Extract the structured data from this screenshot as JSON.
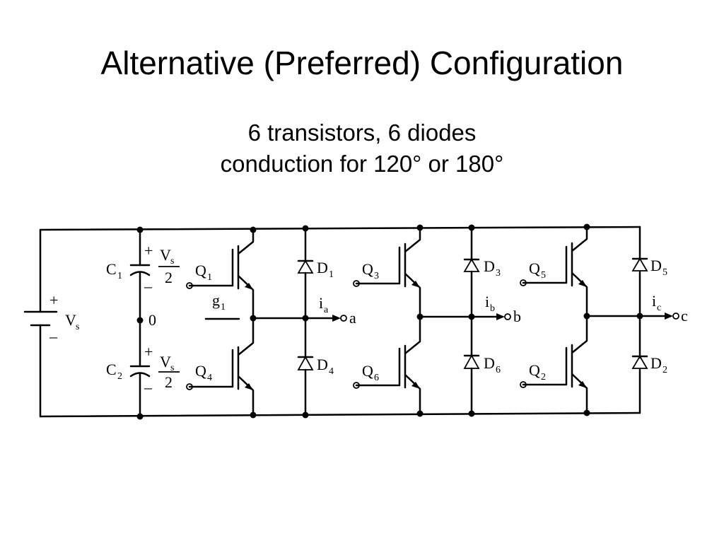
{
  "slide": {
    "title": "Alternative (Preferred) Configuration",
    "subtitle_line1": "6 transistors, 6 diodes",
    "subtitle_line2": "conduction for 120° or 180°"
  },
  "circuit": {
    "source": {
      "plus": "+",
      "minus": "–",
      "label": "V",
      "label_sub": "s"
    },
    "cap_top": {
      "label": "C",
      "sub": "1",
      "plus": "+",
      "minus": "–",
      "frac_num": "V",
      "frac_num_sub": "s",
      "frac_den": "2"
    },
    "cap_bottom": {
      "label": "C",
      "sub": "2",
      "plus": "+",
      "minus": "–",
      "frac_num": "V",
      "frac_num_sub": "s",
      "frac_den": "2"
    },
    "midpoint": "0",
    "gate": {
      "label": "g",
      "sub": "1"
    },
    "transistors": {
      "q1": {
        "label": "Q",
        "sub": "1"
      },
      "q4": {
        "label": "Q",
        "sub": "4"
      },
      "q3": {
        "label": "Q",
        "sub": "3"
      },
      "q6": {
        "label": "Q",
        "sub": "6"
      },
      "q5": {
        "label": "Q",
        "sub": "5"
      },
      "q2": {
        "label": "Q",
        "sub": "2"
      }
    },
    "diodes": {
      "d1": {
        "label": "D",
        "sub": "1"
      },
      "d4": {
        "label": "D",
        "sub": "4"
      },
      "d3": {
        "label": "D",
        "sub": "3"
      },
      "d6": {
        "label": "D",
        "sub": "6"
      },
      "d5": {
        "label": "D",
        "sub": "5"
      },
      "d2": {
        "label": "D",
        "sub": "2"
      }
    },
    "outputs": {
      "a": {
        "current": "i",
        "current_sub": "a",
        "terminal": "a"
      },
      "b": {
        "current": "i",
        "current_sub": "b",
        "terminal": "b"
      },
      "c": {
        "current": "i",
        "current_sub": "c",
        "terminal": "c"
      }
    }
  }
}
